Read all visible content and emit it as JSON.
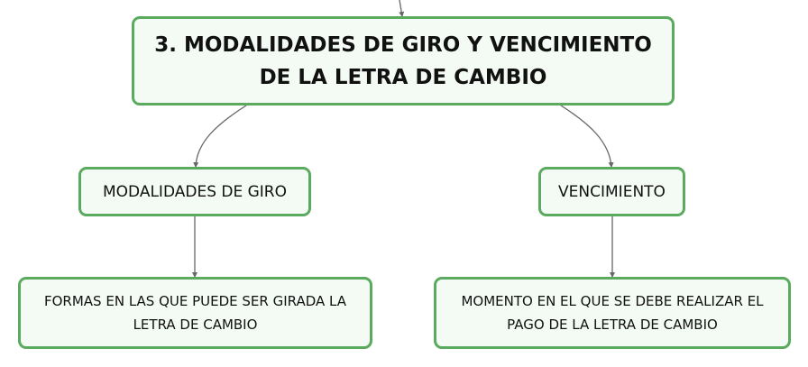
{
  "diagram": {
    "main_topic": "3. MODALIDADES DE GIRO Y VENCIMIENTO DE LA LETRA DE CAMBIO",
    "branches": [
      {
        "label": "MODALIDADES DE GIRO",
        "child": "FORMAS EN LAS QUE PUEDE SER GIRADA LA LETRA DE CAMBIO"
      },
      {
        "label": "VENCIMIENTO",
        "child": "MOMENTO EN EL QUE SE DEBE REALIZAR EL PAGO DE LA LETRA DE CAMBIO"
      }
    ]
  },
  "colors": {
    "node_border": "#5aaa5f",
    "node_fill": "#f4fbf4",
    "connector": "#666666",
    "text": "#111111"
  }
}
